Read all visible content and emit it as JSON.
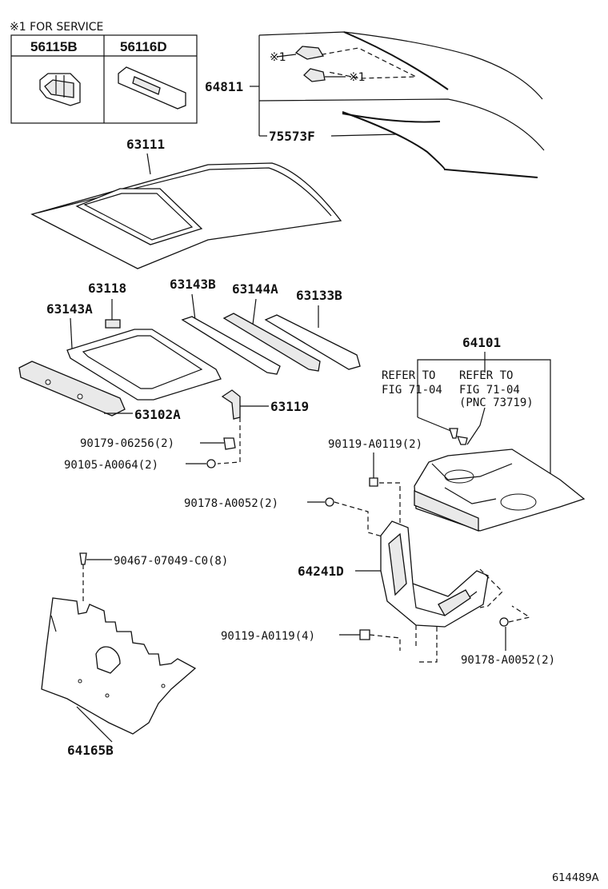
{
  "service_note": "※1 FOR SERVICE",
  "service_box": {
    "left": "56115B",
    "right": "56116D"
  },
  "mark": "※1",
  "labels": {
    "p64811": "64811",
    "p75573F": "75573F",
    "p63111": "63111",
    "p63118": "63118",
    "p63143B": "63143B",
    "p63144A": "63144A",
    "p63133B": "63133B",
    "p63143A": "63143A",
    "p63102A": "63102A",
    "p63119": "63119",
    "p90179": "90179-06256(2)",
    "p90105": "90105-A0064(2)",
    "p64101": "64101",
    "refer1_line1": "REFER TO",
    "refer1_line2": "FIG 71-04",
    "refer2_line1": "REFER TO",
    "refer2_line2": "FIG 71-04",
    "refer2_line3": "(PNC 73719)",
    "p90119a": "90119-A0119(2)",
    "p90178a": "90178-A0052(2)",
    "p90467": "90467-07049-C0(8)",
    "p64241D": "64241D",
    "p90119b": "90119-A0119(4)",
    "p90178b": "90178-A0052(2)",
    "p64165B": "64165B"
  },
  "figure_id": "614489A"
}
